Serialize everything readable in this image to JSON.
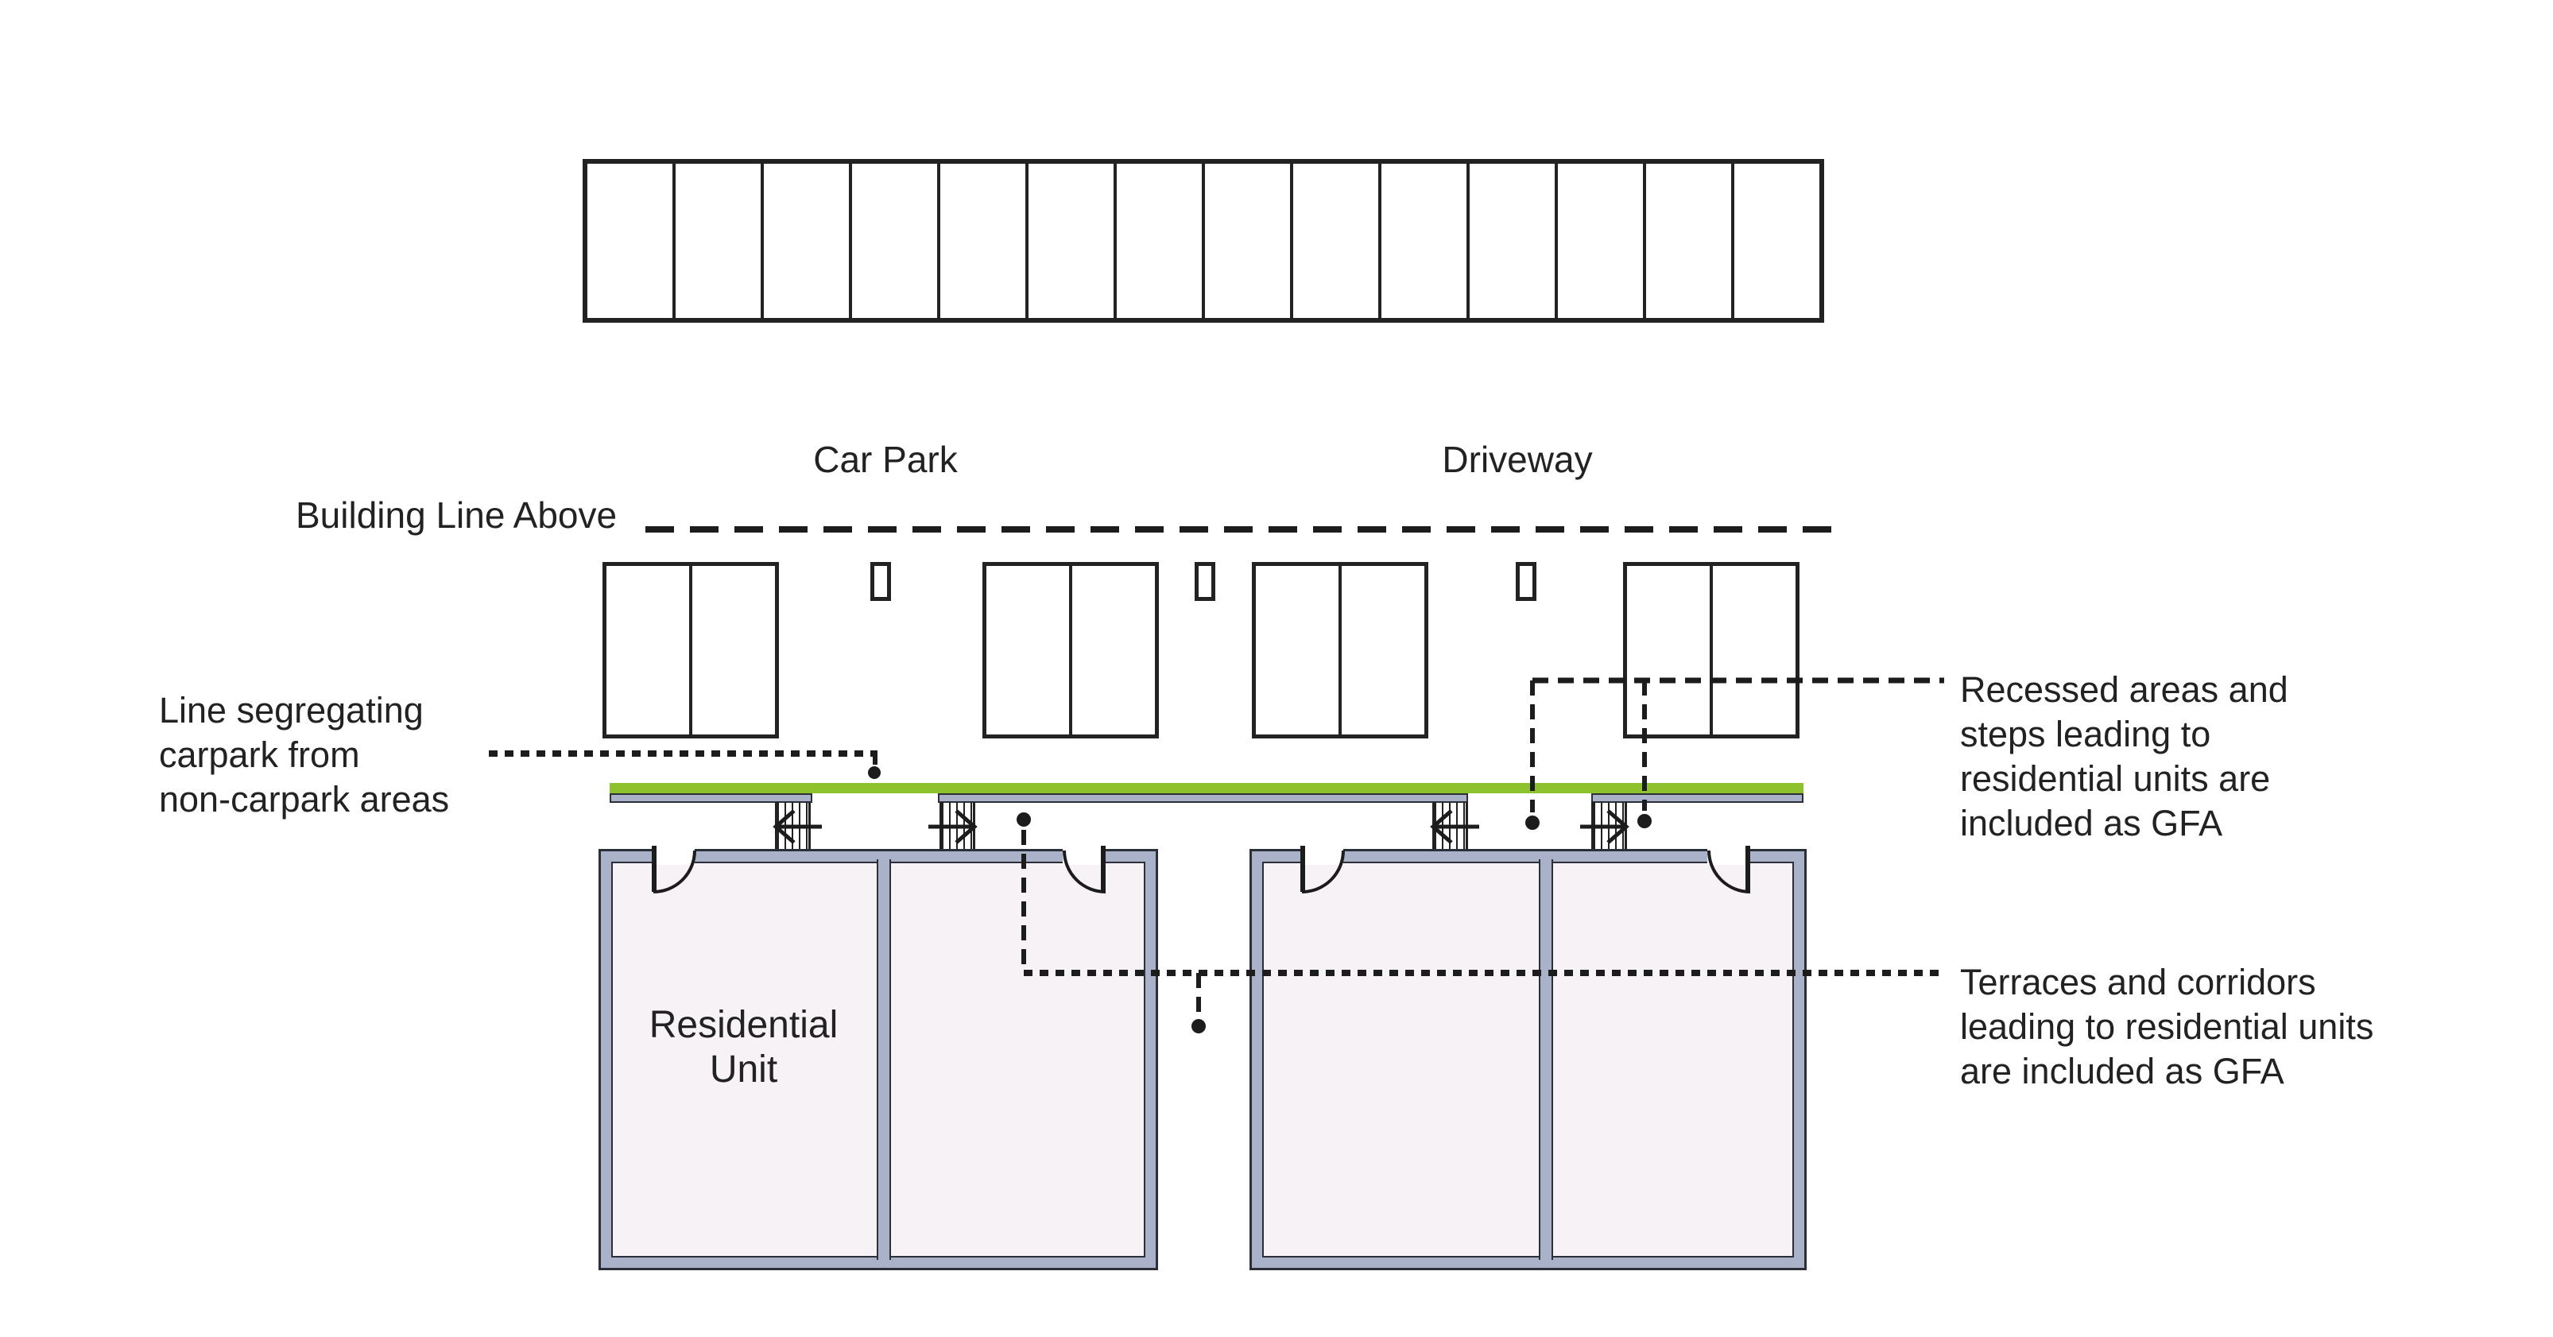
{
  "diagram": {
    "labels": {
      "car_park": "Car Park",
      "driveway": "Driveway",
      "building_line": "Building Line Above",
      "residential_unit_line1": "Residential",
      "residential_unit_line2": "Unit"
    },
    "annotations": {
      "segregating": {
        "lines": [
          "Line segregating",
          "carpark from",
          "non-carpark areas"
        ]
      },
      "recessed": {
        "lines": [
          "Recessed areas and",
          "steps leading to",
          "residential units are",
          "included as GFA"
        ]
      },
      "terraces": {
        "lines": [
          "Terraces and corridors",
          "leading to residential units",
          "are included as GFA"
        ]
      }
    },
    "counts": {
      "parking_stalls": 14,
      "car_boxes": 4,
      "small_posts": 3,
      "stairs": 4,
      "residential_blocks": 2,
      "units_per_block": 2
    },
    "colors": {
      "accent_green": "#8DC22E",
      "wall_fill": "#A9B2C8",
      "interior_fill": "#F7F2F6",
      "ink": "#222222",
      "outline": "#2B2F38"
    }
  }
}
